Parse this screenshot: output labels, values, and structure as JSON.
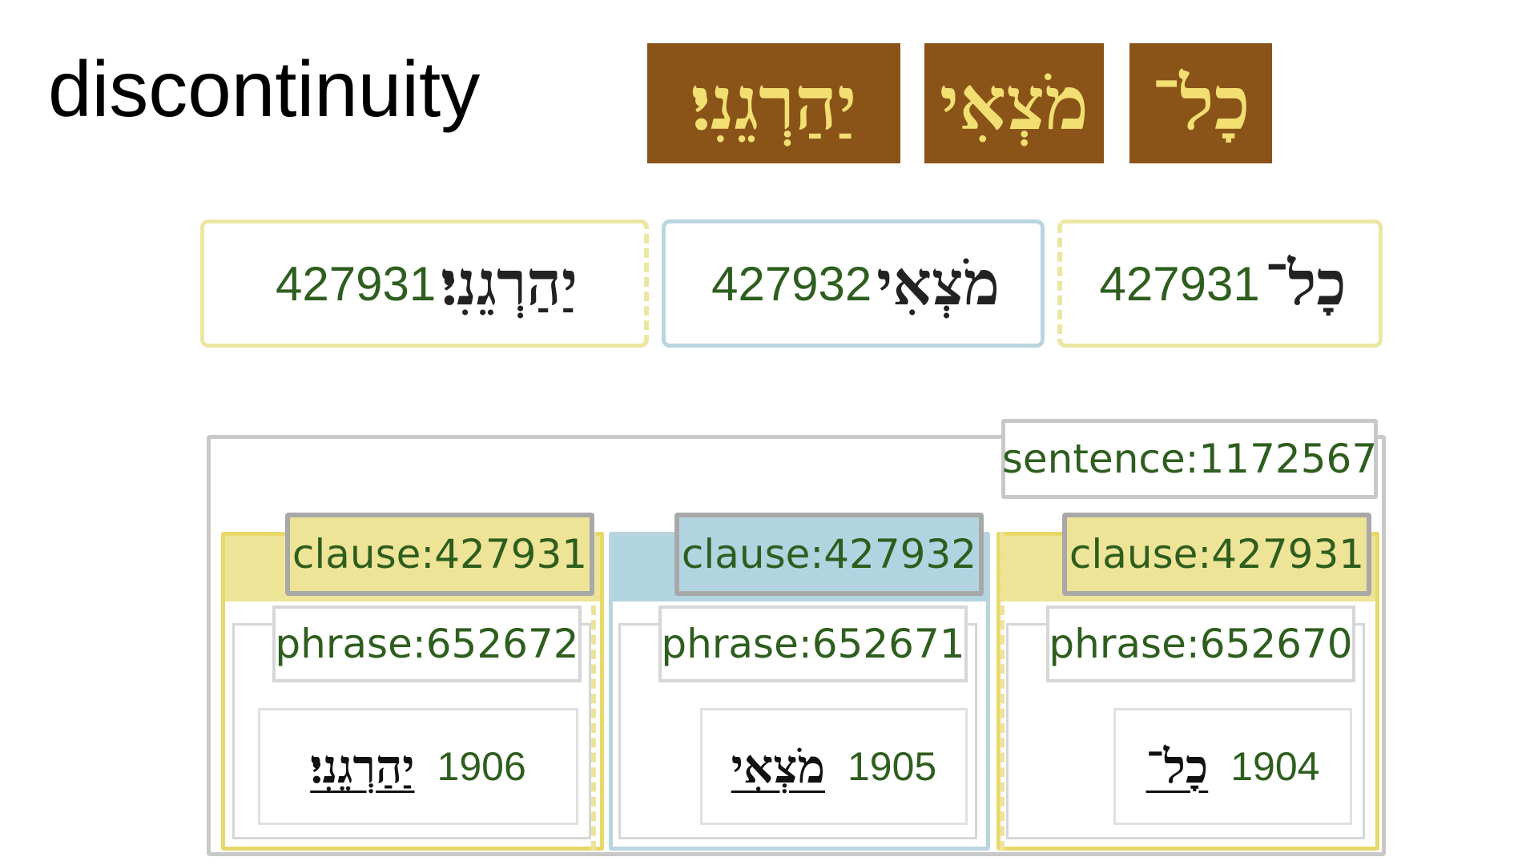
{
  "title": "discontinuity",
  "colors": {
    "tile_bg": "#8a5419",
    "tile_text": "#f2df72",
    "clause_yellow": "#eee497",
    "clause_blue": "#b2d4e1",
    "label_green": "#2e5e1e"
  },
  "tiles": [
    {
      "text": "יֽ͏ַהַרְגֵֽנִי׃",
      "display": "יַהַרְגֵנִי׃"
    },
    {
      "text": "מֹצְאִ֖י",
      "display": "מֹצְאִי"
    },
    {
      "text": "כָל־",
      "display": "כָל־"
    }
  ],
  "words_row": [
    {
      "num": "427931",
      "heb": "יַהַרְגֵנִי׃",
      "style": "yellow"
    },
    {
      "num": "427932",
      "heb": "מֹצְאִי",
      "style": "blue"
    },
    {
      "num": "427931",
      "heb": "כָל־",
      "style": "yellow"
    }
  ],
  "sentence": {
    "label": "sentence:1172567"
  },
  "clauses": [
    {
      "label": "clause:427931",
      "phrase": "phrase:652672",
      "word_num": "1906",
      "word_heb": "יַהַרְגֵנִי׃",
      "style": "yellow"
    },
    {
      "label": "clause:427932",
      "phrase": "phrase:652671",
      "word_num": "1905",
      "word_heb": "מֹצְאִי",
      "style": "blue"
    },
    {
      "label": "clause:427931",
      "phrase": "phrase:652670",
      "word_num": "1904",
      "word_heb": "כָל־",
      "style": "yellow"
    }
  ]
}
